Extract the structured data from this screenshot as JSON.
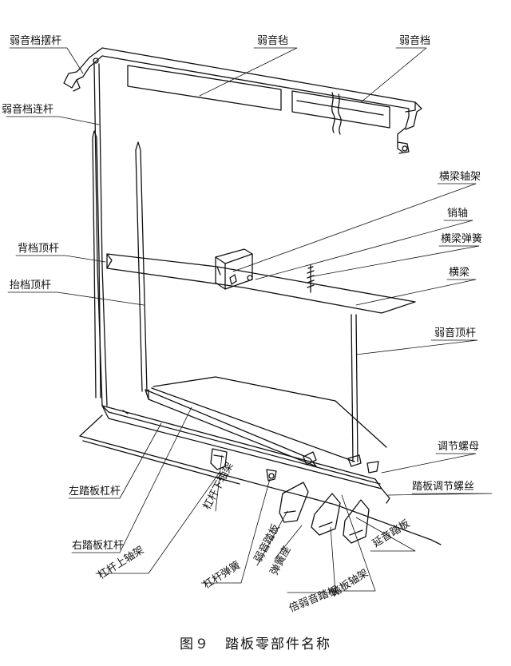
{
  "figure": {
    "caption": "图９　踏板零部件名称"
  },
  "labels": {
    "damper_swing_rod": "弱音档摆杆",
    "damper_felt": "弱音毡",
    "damper_rail": "弱音档",
    "damper_connecting_rod": "弱音档连杆",
    "crossbeam_bracket": "横梁轴架",
    "pin_shaft": "销轴",
    "crossbeam_spring": "横梁弹簧",
    "back_rail_push_rod": "背档顶杆",
    "crossbeam": "横梁",
    "lift_rail_push_rod": "抬档顶杆",
    "mute_push_rod": "弱音顶杆",
    "adjusting_nut": "调节螺母",
    "pedal_adjusting_screw": "踏板调节螺丝",
    "left_pedal_lever": "左踏板杠杆",
    "lever_lower_bracket": "杠杆下轴架",
    "soft_pedal": "弱音踏板",
    "right_pedal_lever": "右踏板杠杆",
    "spring_seat": "弹簧座",
    "sustain_pedal": "延音踏板",
    "lever_upper_bracket": "杠杆上轴架",
    "lever_spring": "杠杆弹簧",
    "pedal_shaft_bracket": "踏板轴架",
    "double_mute_pedal": "倍弱音踏板"
  }
}
